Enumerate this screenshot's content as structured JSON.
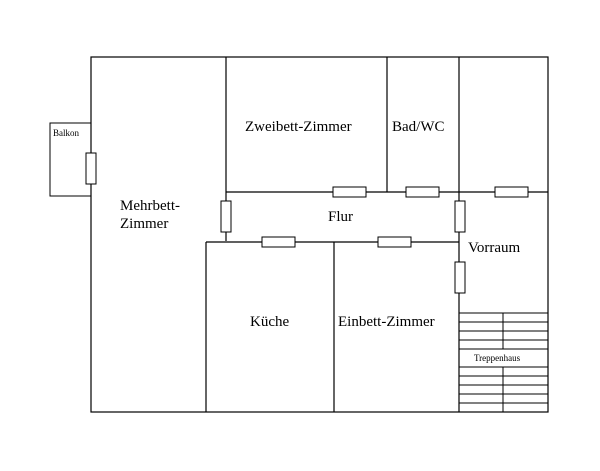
{
  "rooms": {
    "balkon": "Balkon",
    "mehrbett_line1": "Mehrbett-",
    "mehrbett_line2": "Zimmer",
    "zweibett": "Zweibett-Zimmer",
    "bad": "Bad/WC",
    "flur": "Flur",
    "vorraum": "Vorraum",
    "kueche": "Küche",
    "einbett": "Einbett-Zimmer",
    "treppenhaus": "Treppenhaus"
  }
}
